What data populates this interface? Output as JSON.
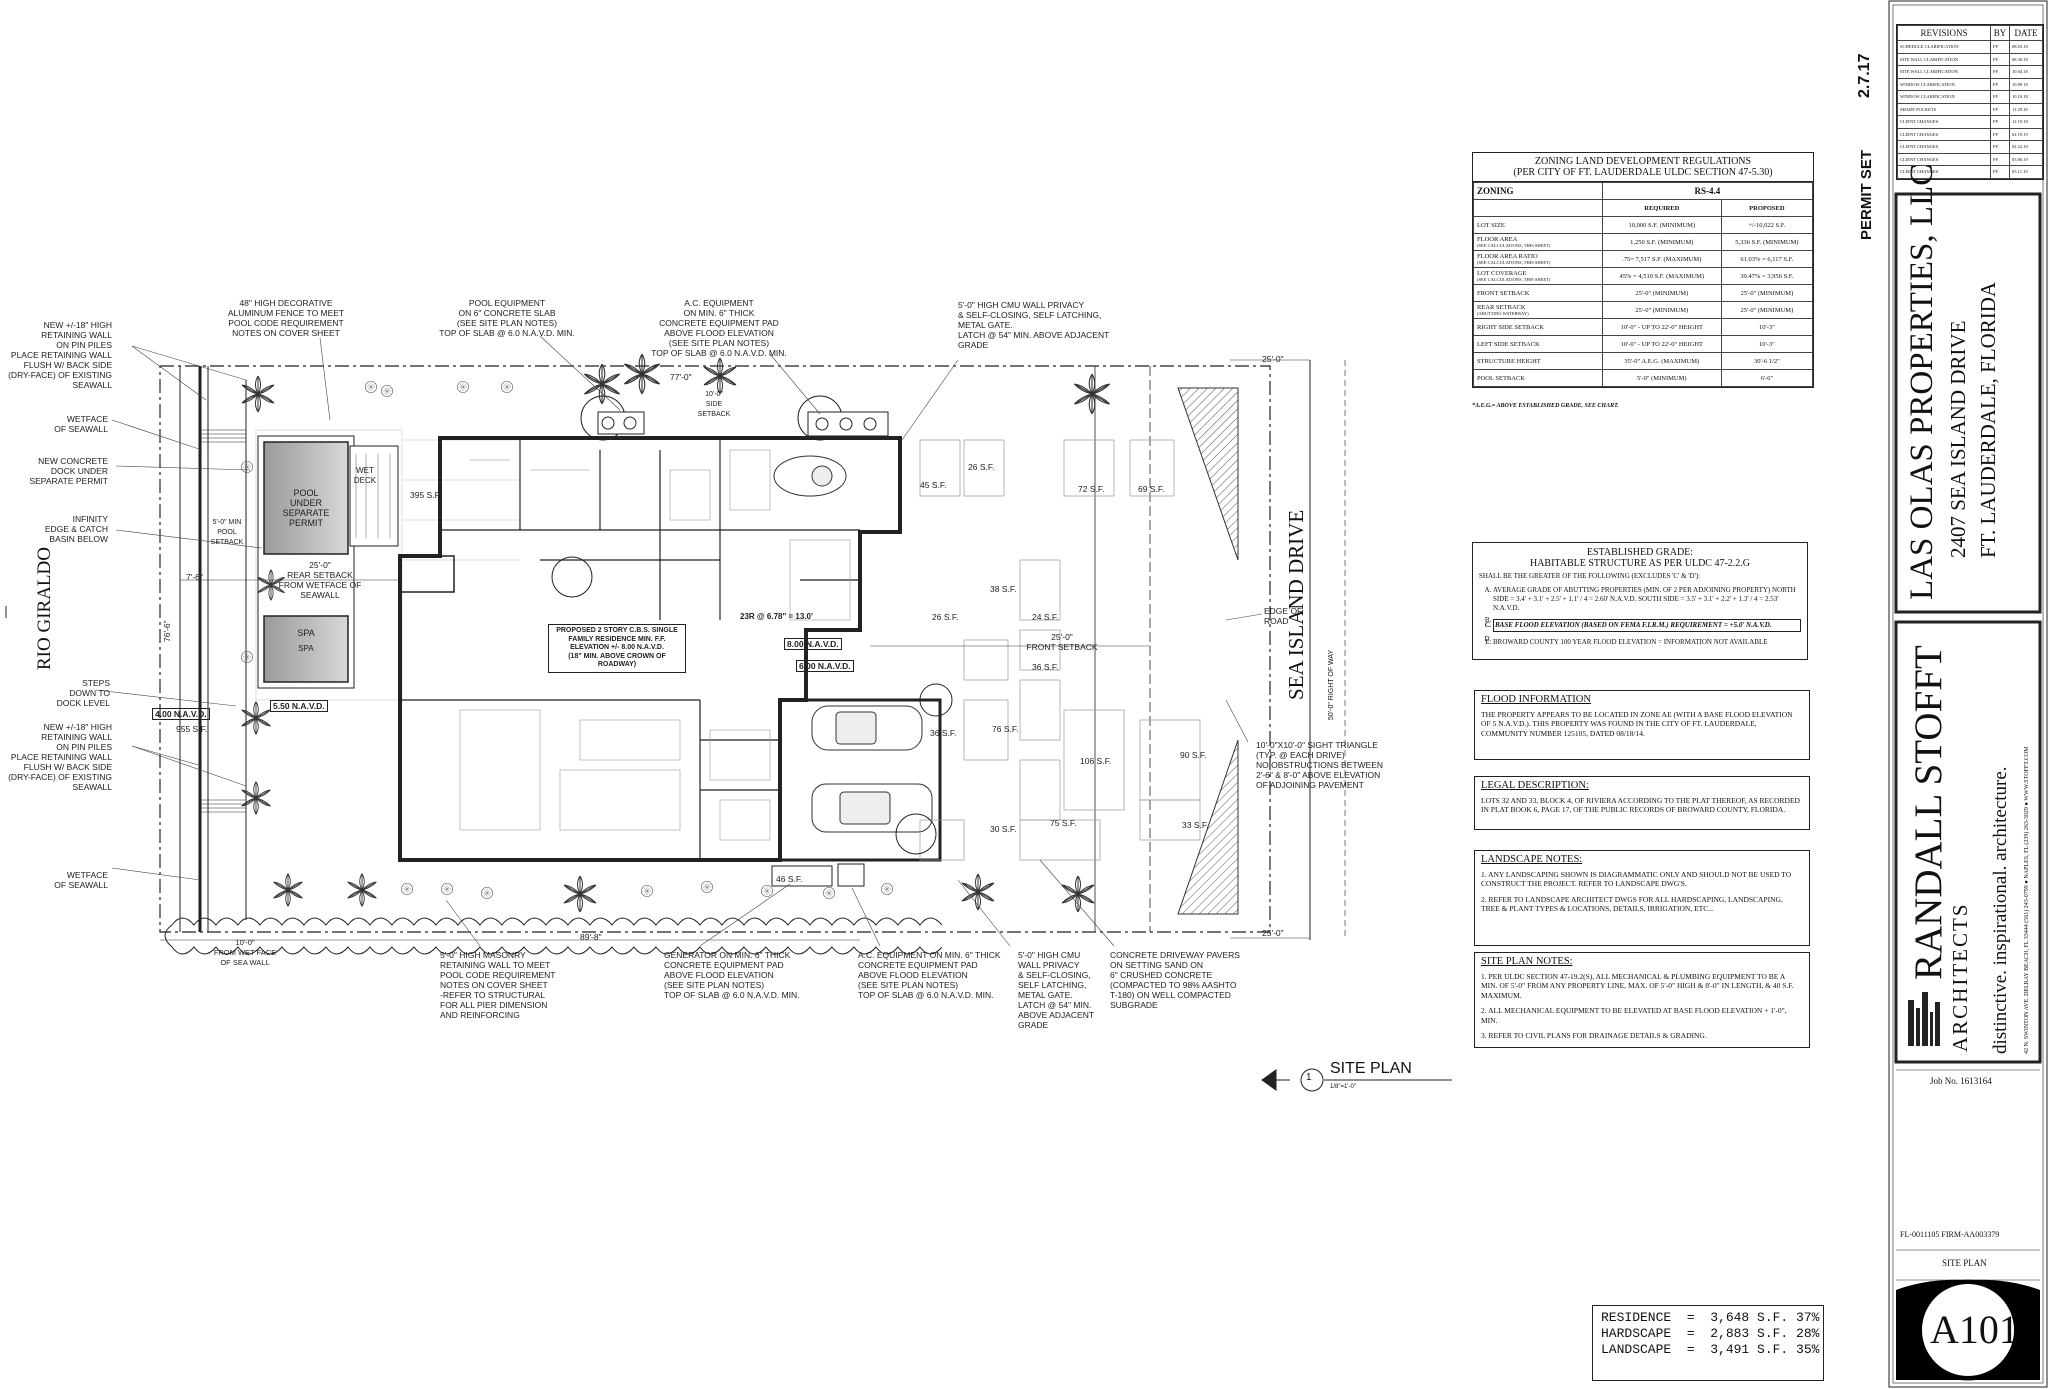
{
  "sheet": {
    "site_plan_title": "SITE PLAN",
    "site_plan_number": "1",
    "site_plan_scale": "1/8\"=1'-0\"",
    "sheet_number": "A101",
    "sheet_name": "SITE PLAN",
    "job_no": "Job No. 1613164",
    "firm": "FL-0011105   FIRM-AA003379",
    "permit_set": "PERMIT SET",
    "date": "2.7.17"
  },
  "plan_labels": {
    "rio_giraldo": "RIO GIRALDO",
    "sea_island_drive": "SEA ISLAND DRIVE",
    "right_of_way": "50'-0\" RIGHT OF WAY",
    "pool": "POOL\nUNDER\nSEPARATE\nPERMIT",
    "spa": "SPA",
    "spa_inner": "SPA",
    "wet_deck": "WET\nDECK",
    "residence": "PROPOSED 2 STORY C.B.S. SINGLE\nFAMILY RESIDENCE MIN. F.F.\nELEVATION +/- 8.00 N.A.V.D.\n(18\" MIN. ABOVE CROWN OF\nROADWAY)",
    "elev_800": "8.00 N.A.V.D.",
    "elev_600": "6.00 N.A.V.D.",
    "elev_550": "5.50 N.A.V.D.",
    "elev_400": "4.00 N.A.V.D.",
    "stair_note": "23R @ 6.78\" = 13.0'",
    "front_setback": "25'-0\"\nFRONT SETBACK",
    "rear_setback": "25'-0\"\nREAR SETBACK\nFROM WETFACE OF SEAWALL",
    "pool_setback": "5'-0\" MIN\nPOOL\nSETBACK",
    "side_setback": "10'-0\"\nSIDE\nSETBACK",
    "dim_top": "25'-0\"",
    "dim_bottom": "25'-0\"",
    "dim_89": "89'-8\"",
    "dim_77": "77'-0\"",
    "dim_76": "76'-6\"",
    "dim_7_6": "7'-6\"",
    "dim_10_0": "10'-0\"\nFROM WET FACE\nOF SEA WALL",
    "areas": [
      "395 S.F.",
      "955 S.F.",
      "45 S.F.",
      "26 S.F.",
      "72 S.F.",
      "69 S.F.",
      "24 S.F.",
      "36 S.F.",
      "36 S.F.",
      "76 S.F.",
      "106 S.F.",
      "90 S.F.",
      "33 S.F.",
      "75 S.F.",
      "30 S.F.",
      "26 S.F.",
      "38 S.F.",
      "46 S.F."
    ]
  },
  "notes": {
    "fence": "48\" HIGH DECORATIVE\nALUMINUM FENCE TO MEET\nPOOL CODE REQUIREMENT\nNOTES ON COVER SHEET",
    "pool_equipment": "POOL EQUIPMENT\nON 6\" CONCRETE SLAB\n(SEE SITE PLAN NOTES)\nTOP OF SLAB @ 6.0 N.A.V.D. MIN.",
    "ac_top": "A.C. EQUIPMENT\nON MIN. 6\" THICK\nCONCRETE EQUIPMENT PAD\nABOVE FLOOD ELEVATION\n(SEE SITE PLAN NOTES)\nTOP OF SLAB @ 6.0 N.A.V.D. MIN.",
    "cmu_top": "5'-0\" HIGH CMU WALL PRIVACY\n& SELF-CLOSING, SELF LATCHING,\nMETAL GATE.\nLATCH @ 54\" MIN. ABOVE ADJACENT\nGRADE",
    "retaining_1": "NEW +/-18\" HIGH\nRETAINING WALL\nON PIN PILES\nPLACE RETAINING WALL\nFLUSH w/ BACK SIDE\n(DRY-FACE) OF EXISTING\nSEAWALL",
    "wetface_1": "WETFACE\nOF SEAWALL",
    "dock": "NEW CONCRETE\nDOCK UNDER\nSEPARATE PERMIT",
    "infinity": "INFINITY\nEDGE & CATCH\nBASIN BELOW",
    "steps": "STEPS\nDOWN TO\nDOCK LEVEL",
    "retaining_2": "NEW +/-18\" HIGH\nRETAINING WALL\nON PIN PILES\nPLACE RETAINING WALL\nFLUSH w/ BACK SIDE\n(DRY-FACE) OF EXISTING\nSEAWALL",
    "wetface_2": "WETFACE\nOF SEAWALL",
    "masonry": "5'-0\" HIGH MASONRY\nRETAINING WALL TO MEET\nPOOL CODE REQUIREMENT\nNOTES ON COVER SHEET\n-REFER TO STRUCTURAL\nFOR ALL PIER DIMENSION\nAND REINFORCING",
    "generator": "GENERATOR ON MIN. 6\" THICK\nCONCRETE EQUIPMENT PAD\nABOVE FLOOD ELEVATION\n(SEE SITE PLAN NOTES)\nTOP OF SLAB @ 6.0 N.A.V.D. MIN.",
    "ac_bottom": "A.C. EQUIPMENT ON MIN. 6\" THICK\nCONCRETE EQUIPMENT PAD\nABOVE FLOOD ELEVATION\n(SEE SITE PLAN NOTES)\nTOP OF SLAB @ 6.0 N.A.V.D. MIN.",
    "cmu_bottom": "5'-0\" HIGH CMU\nWALL PRIVACY\n& SELF-CLOSING,\nSELF LATCHING,\nMETAL GATE.\nLATCH @ 54\" MIN.\nABOVE ADJACENT\nGRADE",
    "pavers": "CONCRETE DRIVEWAY PAVERS\nON SETTING SAND ON\n6\" CRUSHED CONCRETE\n(COMPACTED TO 98% AASHTO\nT-180) ON WELL COMPACTED\nSUBGRADE",
    "edge_of_road": "EDGE OF\nROAD",
    "sight_triangle": "10'-0\"x10'-0\" SIGHT TRIANGLE\n(TYP. @ EACH DRIVE)\nNO OBSTRUCTIONS BETWEEN\n2'-6\" & 8'-0\" ABOVE ELEVATION\nOF ADJOINING PAVEMENT"
  },
  "zoning": {
    "title": "ZONING  LAND DEVELOPMENT REGULATIONS\n(PER CITY OF FT. LAUDERDALE ULDC SECTION 47-5.30)",
    "label": "ZONING",
    "district": "RS-4.4",
    "col_required": "REQUIRED",
    "col_proposed": "PROPOSED",
    "rows": [
      {
        "item": "LOT SIZE",
        "sub": "",
        "required": "10,000 S.F. (MINIMUM)",
        "proposed": "+/-10,022 S.F."
      },
      {
        "item": "FLOOR AREA",
        "sub": "(SEE CALCULATIONS, THIS SHEET)",
        "required": "1,250 S.F. (MINIMUM)",
        "proposed": "5,336 S.F. (MINIMUM)"
      },
      {
        "item": "FLOOR AREA RATIO",
        "sub": "(SEE CALCULATIONS, THIS SHEET)",
        "required": ".75= 7,517 S.F. (MAXIMUM)",
        "proposed": "61.03% = 6,117 S.F."
      },
      {
        "item": "LOT COVERAGE",
        "sub": "(SEE CALCULATIONS, THIS SHEET)",
        "required": "45% = 4,510 S.F. (MAXIMUM)",
        "proposed": "39.47% = 3,956 S.F."
      },
      {
        "item": "FRONT SETBACK",
        "sub": "",
        "required": "25'-0\" (MINIMUM)",
        "proposed": "25'-0\" (MINIMUM)"
      },
      {
        "item": "REAR SETBACK",
        "sub": "(ABUTTING WATERWAY)",
        "required": "25'-0\" (MINIMUM)",
        "proposed": "25'-0\" (MINIMUM)"
      },
      {
        "item": "RIGHT SIDE SETBACK",
        "sub": "",
        "required": "10'-0\" - UP TO 22'-0\" HEIGHT",
        "proposed": "10'-3\""
      },
      {
        "item": "LEFT SIDE SETBACK",
        "sub": "",
        "required": "10'-0\" - UP TO 22'-0\" HEIGHT",
        "proposed": "10'-3\""
      },
      {
        "item": "STRUCTURE HEIGHT",
        "sub": "",
        "required": "35'-0\" A.E.G. (MAXIMUM)",
        "proposed": "30'-6 1/2\""
      },
      {
        "item": "POOL SETBACK",
        "sub": "",
        "required": "5'-0\" (MINIMUM)",
        "proposed": "6'-0\""
      }
    ],
    "footnote": "*A.E.G.= ABOVE ESTABLISHED GRADE, SEE CHART."
  },
  "established_grade": {
    "title": "ESTABLISHED GRADE:\nHABITABLE  STRUCTURE AS PER ULDC 47-2.2.G",
    "intro": "SHALL BE THE GREATER OF THE FOLLOWING (EXCLUDES 'C' & 'D'):",
    "items": [
      "AVERAGE GRADE OF ABUTTING PROPERTIES (MIN. OF 2 PER ADJOINING PROPERTY)  NORTH SIDE = 3.4' + 3.1' + 2.5' + 1.1' / 4 = 2.60' N.A.V.D.  SOUTH SIDE = 3.5' + 3.1' + 2.2' + 1.3' / 4 = 2.53' N.A.V.D.",
      "",
      "BASE FLOOD ELEVATION (BASED ON FEMA F.I.R.M.) REQUIREMENT = +5.0' N.A.V.D.",
      "",
      "BROWARD COUNTY 100 YEAR FLOOD ELEVATION = INFORMATION NOT AVAILABLE"
    ]
  },
  "flood": {
    "title": "FLOOD INFORMATION",
    "text": "THE PROPERTY APPEARS TO BE LOCATED IN ZONE AE (WITH A BASE FLOOD ELEVATION OF 5 N.A.V.D.). THIS PROPERTY WAS FOUND IN THE CITY OF FT. LAUDERDALE, COMMUNITY NUMBER 125105, DATED 08/18/14."
  },
  "legal": {
    "title": "LEGAL DESCRIPTION:",
    "text": "LOTS 32 AND 33, BLOCK 4, OF RIVIERA ACCORDING TO THE PLAT THEREOF, AS RECORDED IN PLAT BOOK 6, PAGE 17, OF THE PUBLIC RECORDS OF BROWARD COUNTY, FLORIDA."
  },
  "landscape": {
    "title": "LANDSCAPE NOTES:",
    "items": [
      "1. ANY LANDSCAPING SHOWN IS DIAGRAMMATIC ONLY AND SHOULD NOT BE USED TO CONSTRUCT THE PROJECT. REFER TO LANDSCAPE DWG's.",
      "2. REFER TO LANDSCAPE ARCHITECT DWGs FOR ALL HARDSCAPING, LANDSCAPING, TREE & PLANT TYPES & LOCATIONS, DETAILS, IRRIGATION, ETC..."
    ]
  },
  "site_notes": {
    "title": "SITE PLAN NOTES:",
    "items": [
      "1. PER ULDC SECTION 47-19.2(S), ALL MECHANICAL & PLUMBING EQUIPMENT TO BE A MIN. OF 5'-0\" FROM ANY PROPERTY LINE, MAX. OF 5'-0\" HIGH & 8'-0\" IN LENGTH, & 40 S.F. MAXIMUM.",
      "2. ALL MECHANICAL EQUIPMENT TO BE ELEVATED AT BASE FLOOD ELEVATION + 1'-0\", MIN.",
      "3. REFER TO CIVIL PLANS FOR DRAINAGE DETAILS & GRADING."
    ]
  },
  "area_summary": [
    "RESIDENCE  =  3,648 S.F. 37%",
    "HARDSCAPE  =  2,883 S.F. 28%",
    "LANDSCAPE  =  3,491 S.F. 35%"
  ],
  "revisions": {
    "h_rev": "REVISIONS",
    "h_by": "BY",
    "h_date": "DATE",
    "rows": [
      {
        "desc": "SCHEDULE CLARIFICATION",
        "by": "FF",
        "date": "08.03.18"
      },
      {
        "desc": "SITE WALL CLARIFICATION",
        "by": "FF",
        "date": "08.30.18"
      },
      {
        "desc": "SITE WALL CLARIFICATION",
        "by": "FF",
        "date": "10.04.18"
      },
      {
        "desc": "WINDOW CLARIFICATION",
        "by": "FF",
        "date": "10.09.18"
      },
      {
        "desc": "WINDOW CLARIFICATION",
        "by": "FF",
        "date": "10.10.18"
      },
      {
        "desc": "SHADE POCKETS",
        "by": "FF",
        "date": "11.29.18"
      },
      {
        "desc": "CLIENT CHANGES",
        "by": "FF",
        "date": "12.19.18"
      },
      {
        "desc": "CLIENT CHANGES",
        "by": "FF",
        "date": "02.19.19"
      },
      {
        "desc": "CLIENT CHANGES",
        "by": "FF",
        "date": "02.22.19"
      },
      {
        "desc": "CLIENT CHANGES",
        "by": "FF",
        "date": "03.06.19"
      },
      {
        "desc": "CLIENT CHANGES",
        "by": "FF",
        "date": "05.11.19"
      }
    ]
  },
  "project": {
    "owner": "LAS OLAS PROPERTIES, LLC",
    "address": "2407 SEA ISLAND DRIVE",
    "city": "FT. LAUDERDALE, FLORIDA"
  },
  "architect": {
    "name": "RANDALL STOFFT",
    "sub": "ARCHITECTS",
    "tagline": "distinctive. inspirational. architecture.",
    "contact": "42 N. SWINTON AVE. DELRAY BEACH, FL 33444 (561) 243-0799  ●  NAPLES, FL (239) 263-3029  ●  WWW.STOFFT.COM"
  }
}
